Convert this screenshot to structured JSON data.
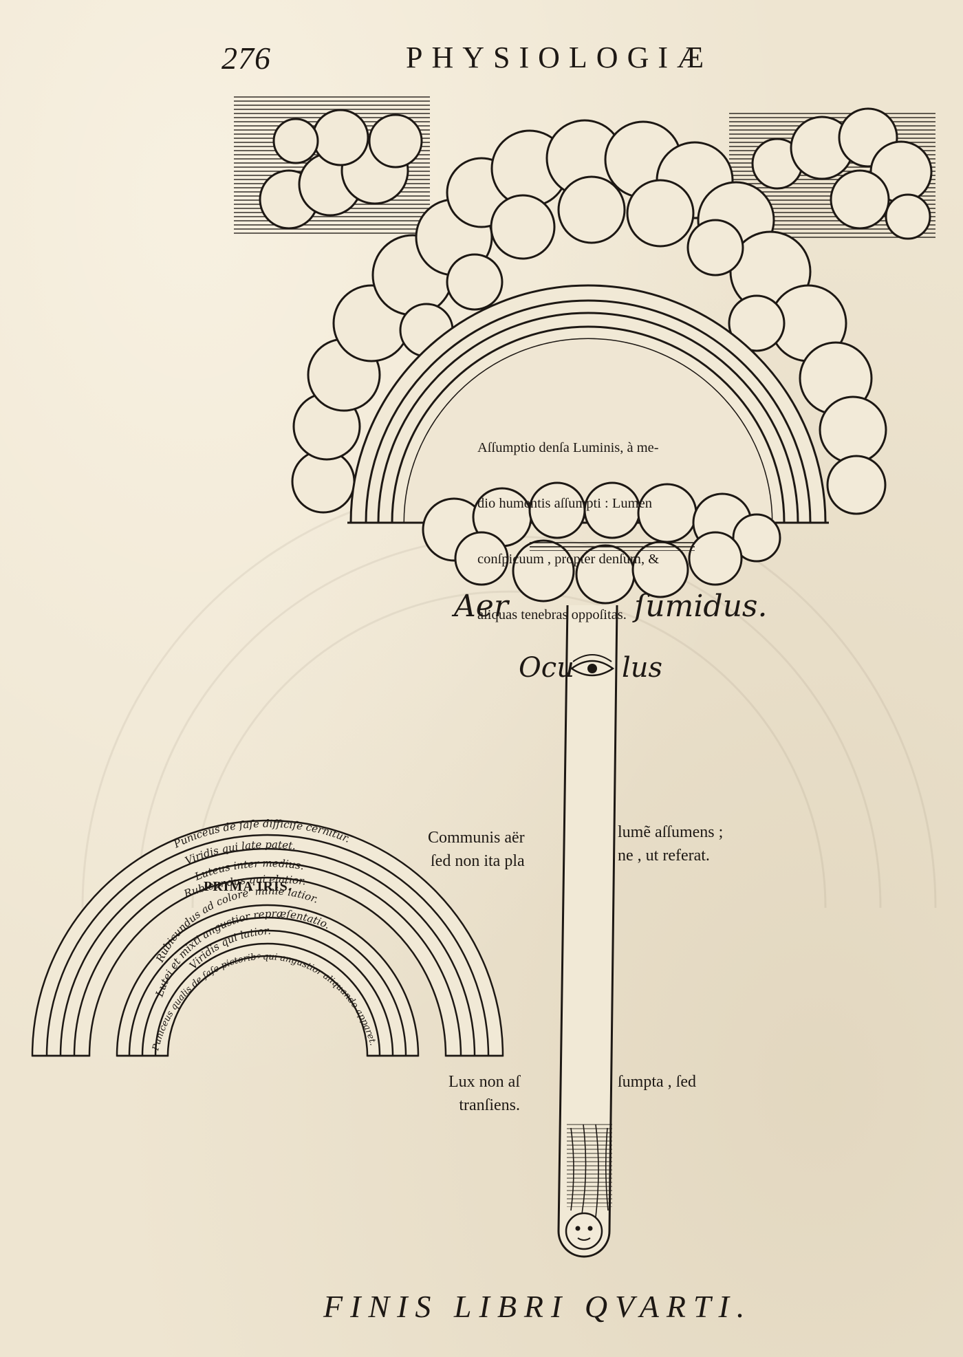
{
  "header": {
    "page_number": "276",
    "running_head": "PHYSIOLOGIÆ"
  },
  "upper_rainbow": {
    "caption_lines": [
      "Aſſumptio denſa Luminis, à me-",
      "dio humentis aſſumpti : Lumen",
      "conſpicuum , propter denſum, &",
      "aliquas tenebras oppoſitas."
    ]
  },
  "labels": {
    "aer": "Aer",
    "fumidus": "ſumidus.",
    "ocu": "Ocu",
    "lus": "lus",
    "communis_lines": [
      "Communis aër",
      "ſed non ita pla"
    ],
    "lume_lines": [
      "lumẽ aſſumens ;",
      "ne , ut referat."
    ],
    "lux_lines": [
      "Lux non aſ",
      "tranſiens."
    ],
    "sumpta": "ſumpta , ſed"
  },
  "prima_iris": {
    "title": "PRIMA IRIS.",
    "outer_bands": [
      "Puniceus de ſaſe difficiſe cernitur.",
      "Viridis qui late patet.",
      "Luteus inter medius.",
      "Rubicundus qui elatior."
    ],
    "inner_bands": [
      "Rubicundus ad colore' minie latior.",
      "Lutei et mixti angustior repræſentatio.",
      "Viridis qui latior.",
      "Puniceus qualis de ſaſe pictoribꝰ qui angustior aliquando apparet."
    ]
  },
  "footer": {
    "text": "FINIS LIBRI QVARTI."
  },
  "colors": {
    "paper": "#eee5d1",
    "ink": "#1d1814"
  }
}
